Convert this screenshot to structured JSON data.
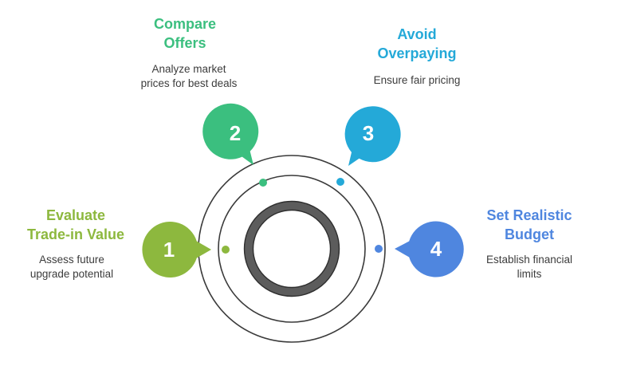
{
  "steps": [
    {
      "number": "1",
      "title": "Evaluate\nTrade-in Value",
      "description": "Assess future\nupgrade potential",
      "color": "#8db83e"
    },
    {
      "number": "2",
      "title": "Compare\nOffers",
      "description": "Analyze market\nprices for best deals",
      "color": "#3bbf7f"
    },
    {
      "number": "3",
      "title": "Avoid\nOverpaying",
      "description": "Ensure fair pricing",
      "color": "#24a9d8"
    },
    {
      "number": "4",
      "title": "Set Realistic\nBudget",
      "description": "Establish financial\nlimits",
      "color": "#4f86df"
    }
  ],
  "colors": {
    "ring_stroke": "#3a3a3a",
    "core_ring": "#5c5c5c"
  }
}
